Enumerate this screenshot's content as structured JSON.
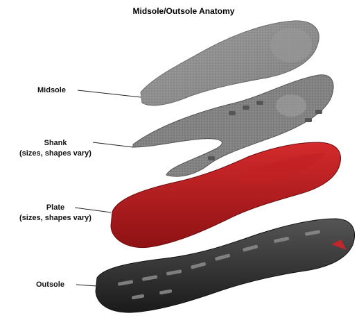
{
  "title": "Midsole/Outsole Anatomy",
  "labels": {
    "midsole": "Midsole",
    "shank_line1": "Shank",
    "shank_line2": "(sizes, shapes vary)",
    "plate_line1": "Plate",
    "plate_line2": "(sizes, shapes vary)",
    "outsole": "Outsole"
  },
  "colors": {
    "midsole": "#8a8a8a",
    "shank": "#7a7a7a",
    "plate": "#b51a1c",
    "outsole": "#2b2b2b",
    "outsole_accent": "#8c8c8c"
  }
}
